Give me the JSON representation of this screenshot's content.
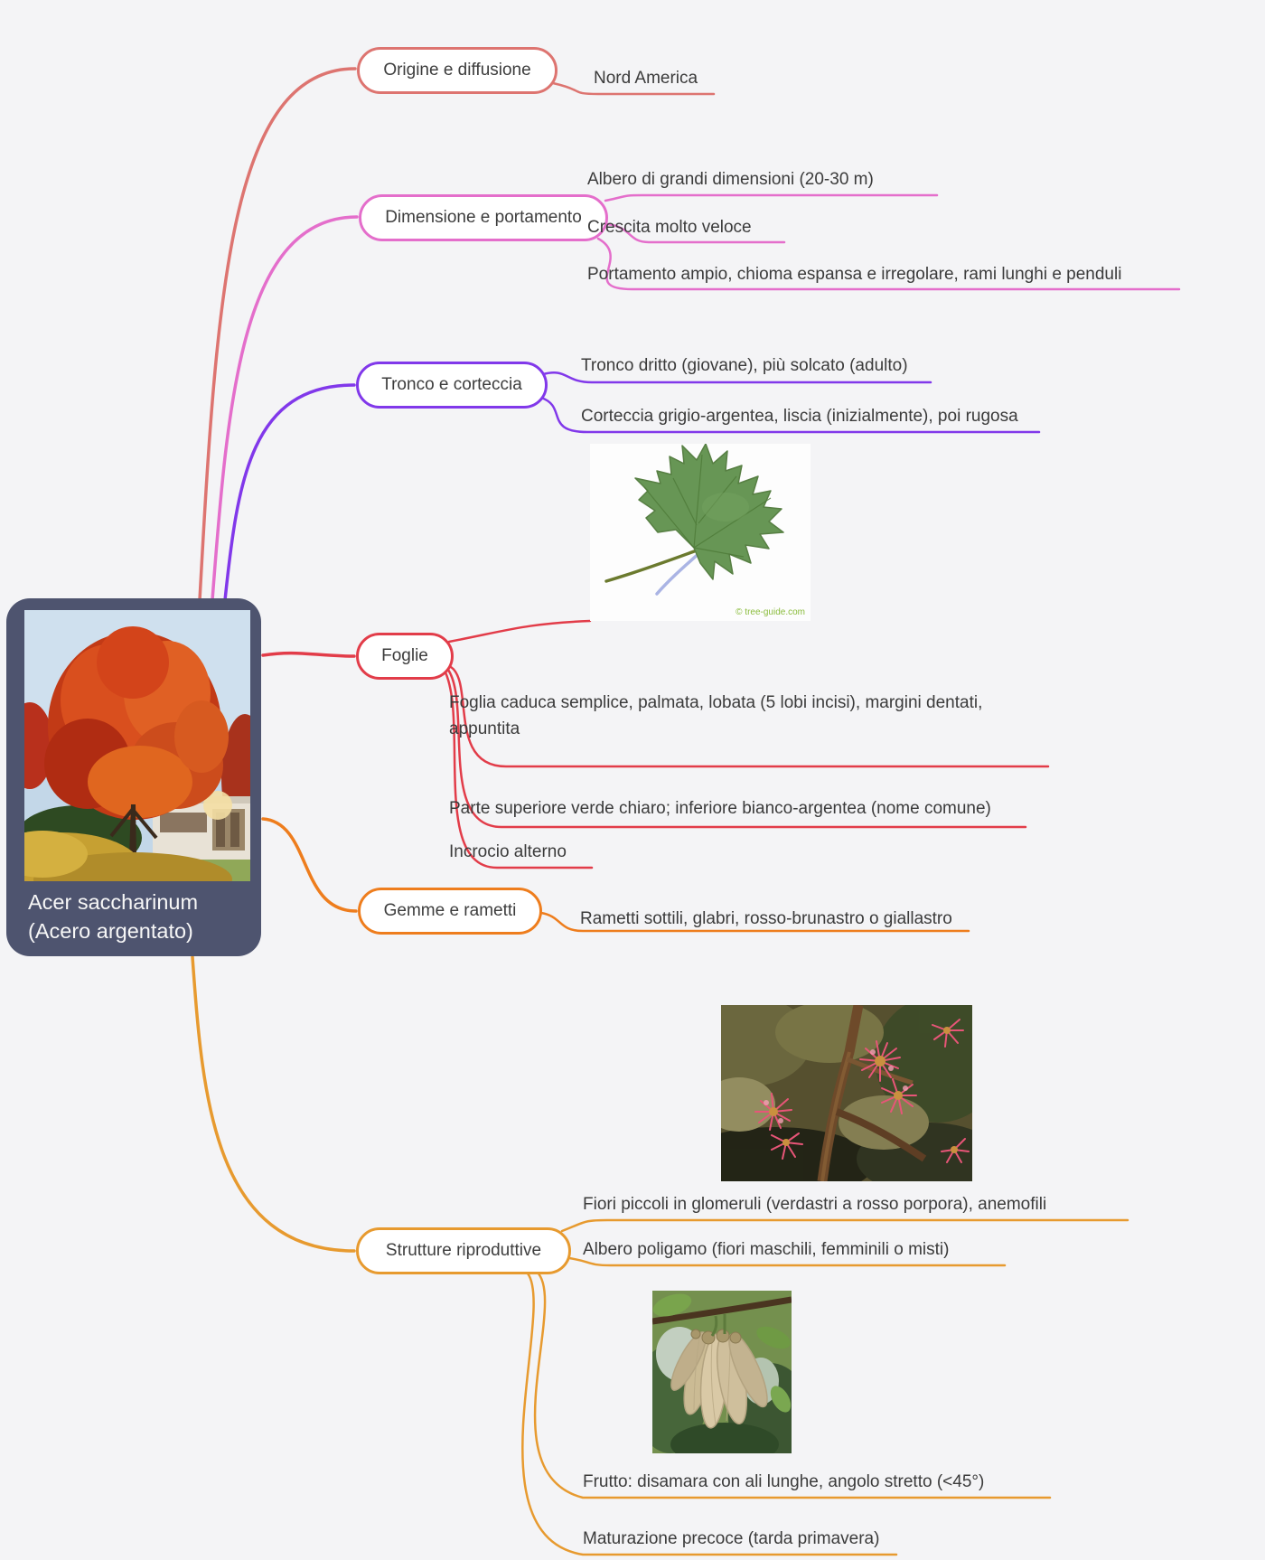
{
  "page": {
    "background": "#f4f4f6"
  },
  "root": {
    "title_line1": "Acer saccharinum",
    "title_line2": "(Acero argentato)"
  },
  "branches": [
    {
      "label": "Origine e diffusione",
      "color": "#dd7470",
      "children": [
        {
          "text": "Nord America"
        }
      ]
    },
    {
      "label": "Dimensione e portamento",
      "color": "#e46ecb",
      "children": [
        {
          "text": "Albero di grandi dimensioni (20-30 m)"
        },
        {
          "text": "Crescita molto veloce"
        },
        {
          "text": "Portamento ampio, chioma espansa e irregolare, rami lunghi e penduli"
        }
      ]
    },
    {
      "label": "Tronco e corteccia",
      "color": "#8138ea",
      "children": [
        {
          "text": "Tronco dritto (giovane), più solcato (adulto)"
        },
        {
          "text": "Corteccia grigio-argentea, liscia (inizialmente), poi rugosa"
        }
      ]
    },
    {
      "label": "Foglie",
      "color": "#e23c49",
      "image_watermark": "© tree-guide.com",
      "children": [
        {
          "text": "Foglia caduca semplice, palmata, lobata (5 lobi incisi), margini dentati, appuntita"
        },
        {
          "text": "Parte superiore verde chiaro; inferiore bianco-argentea (nome comune)"
        },
        {
          "text": "Incrocio alterno"
        }
      ]
    },
    {
      "label": "Gemme e rametti",
      "color": "#ee7d1d",
      "children": [
        {
          "text": "Rametti sottili, glabri, rosso-brunastro o giallastro"
        }
      ]
    },
    {
      "label": "Strutture riproduttive",
      "color": "#e79a2f",
      "children": [
        {
          "text": "Fiori piccoli in glomeruli (verdastri a rosso porpora), anemofili"
        },
        {
          "text": "Albero poligamo (fiori maschili, femminili o misti)"
        },
        {
          "text": "Frutto: disamara con ali lunghe, angolo stretto (<45°)"
        },
        {
          "text": "Maturazione precoce (tarda primavera)"
        }
      ]
    }
  ]
}
